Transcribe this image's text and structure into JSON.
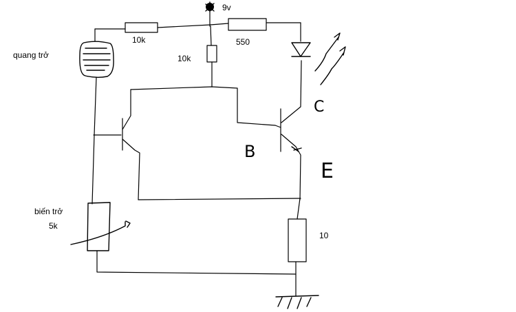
{
  "labels": {
    "supply": "9v",
    "r_top": "10k",
    "r_vertical": "10k",
    "r_led": "550",
    "photoresistor": "quang trở",
    "potentiometer_line1": "biến trở",
    "potentiometer_line2": "5k",
    "r_emitter": "10"
  },
  "handwritten": {
    "base": "B",
    "collector": "C",
    "emitter": "E"
  }
}
